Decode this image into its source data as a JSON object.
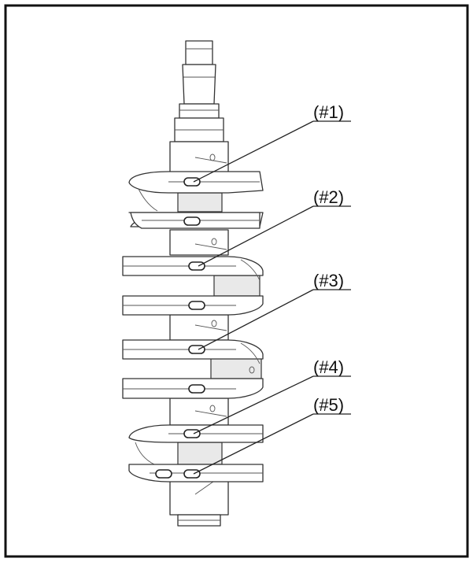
{
  "callouts": [
    {
      "id": "1",
      "label": "(#1)"
    },
    {
      "id": "2",
      "label": "(#2)"
    },
    {
      "id": "3",
      "label": "(#3)"
    },
    {
      "id": "4",
      "label": "(#4)"
    },
    {
      "id": "5",
      "label": "(#5)"
    }
  ],
  "colors": {
    "line": "#333333",
    "background": "#ffffff",
    "shade": "#e9e9e9"
  }
}
